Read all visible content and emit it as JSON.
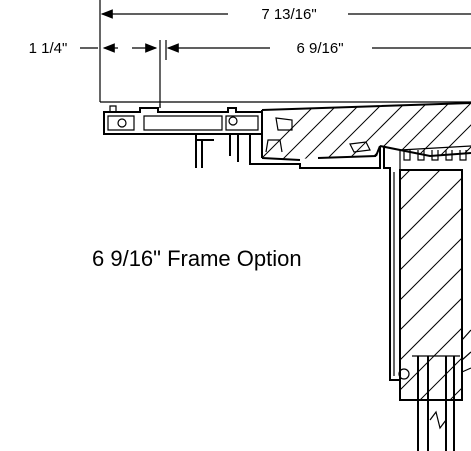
{
  "dimensions": {
    "overall": "7 13/16\"",
    "left": "1 1/4\"",
    "frame": "6 9/16\""
  },
  "label": "6 9/16\" Frame Option",
  "colors": {
    "ink": "#000000",
    "paper": "#ffffff"
  }
}
